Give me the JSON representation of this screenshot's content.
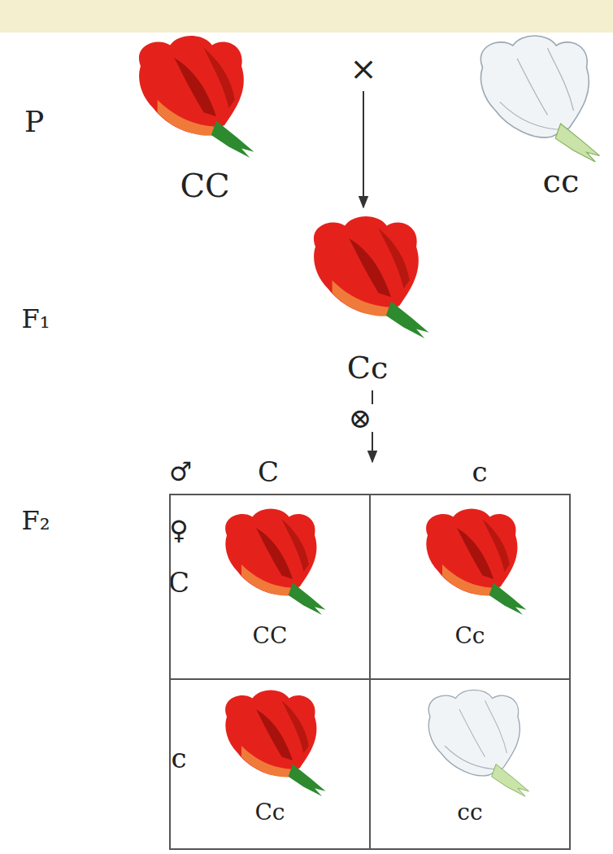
{
  "diagram": {
    "nodes": [
      {
        "text": [
          "CC"
        ]
      },
      {
        "text": [
          "Cc"
        ]
      },
      {
        "text": [
          "Cc"
        ]
      },
      {
        "text": [
          "cc"
        ]
      }
    ],
    "labels": [
      "P",
      "CC",
      "×",
      "cc",
      "F₁",
      "Cc",
      "⊗",
      "F₂",
      "♂",
      "C",
      "c",
      "♀",
      "C",
      "c"
    ]
  }
}
